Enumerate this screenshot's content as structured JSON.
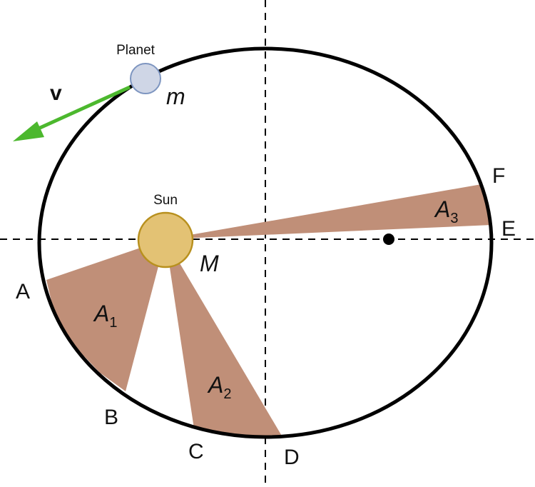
{
  "labels": {
    "planet": "Planet",
    "mass_planet": "m",
    "velocity": "v",
    "sun": "Sun",
    "mass_sun": "M",
    "points": [
      "A",
      "B",
      "C",
      "D",
      "E",
      "F"
    ],
    "area1": {
      "main": "A",
      "sub": "1"
    },
    "area2": {
      "main": "A",
      "sub": "2"
    },
    "area3": {
      "main": "A",
      "sub": "3"
    }
  },
  "colors": {
    "sector": "#c08f78",
    "sun_fill": "#e3c274",
    "sun_stroke": "#b8901e",
    "planet_fill": "#cfd6e6",
    "planet_stroke": "#7d95c0",
    "velocity_arrow": "#4cb82e",
    "orbit": "#000000"
  }
}
